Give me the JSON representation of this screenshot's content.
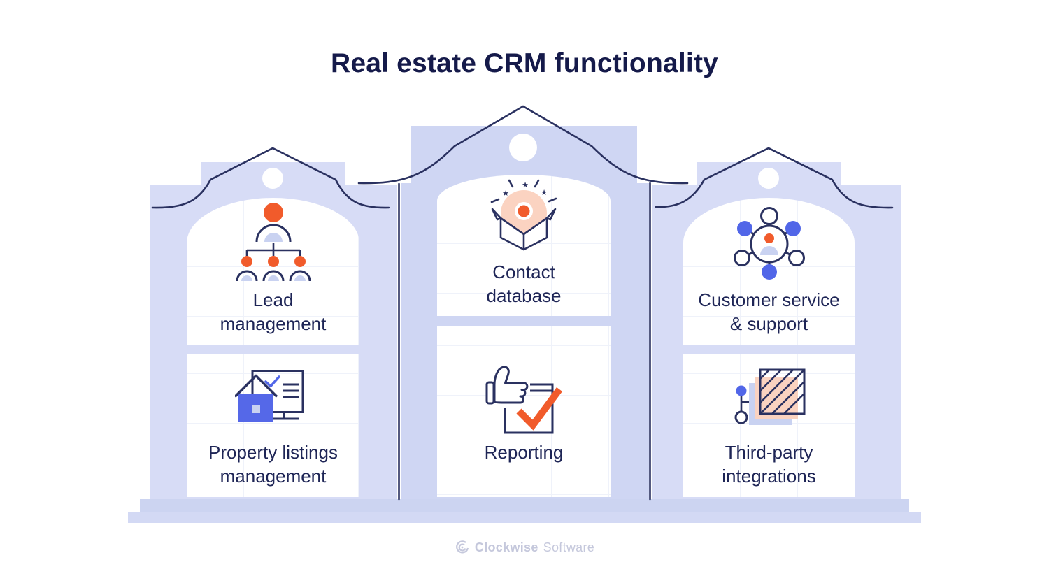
{
  "title": "Real estate CRM functionality",
  "cards": [
    {
      "id": "lead-management",
      "icon": "org-chart-icon",
      "lines": [
        "Lead",
        "management"
      ]
    },
    {
      "id": "contact-database",
      "icon": "open-box-icon",
      "lines": [
        "Contact",
        "database"
      ]
    },
    {
      "id": "customer-service-support",
      "icon": "network-hub-icon",
      "lines": [
        "Customer service",
        "& support"
      ]
    },
    {
      "id": "property-listings-management",
      "icon": "house-monitor-icon",
      "lines": [
        "Property listings",
        "management"
      ]
    },
    {
      "id": "reporting",
      "icon": "thumbs-up-checkbox-icon",
      "lines": [
        "Reporting"
      ]
    },
    {
      "id": "third-party-integrations",
      "icon": "hatched-square-link-icon",
      "lines": [
        "Third-party",
        "integrations"
      ]
    }
  ],
  "footer": {
    "brand_bold": "Clockwise",
    "brand_light": "Software"
  },
  "colors": {
    "navy_stroke": "#2A3160",
    "title_navy": "#151A4A",
    "label_navy": "#1E2556",
    "orange": "#F15B2B",
    "blue": "#5166E8",
    "lavender_side": "#D7DCF6",
    "lavender_mid": "#CFD6F3",
    "lavender_fill": "#C9D2F1",
    "peach": "#FBD3C1",
    "logo_gray": "#C5C8DC"
  }
}
